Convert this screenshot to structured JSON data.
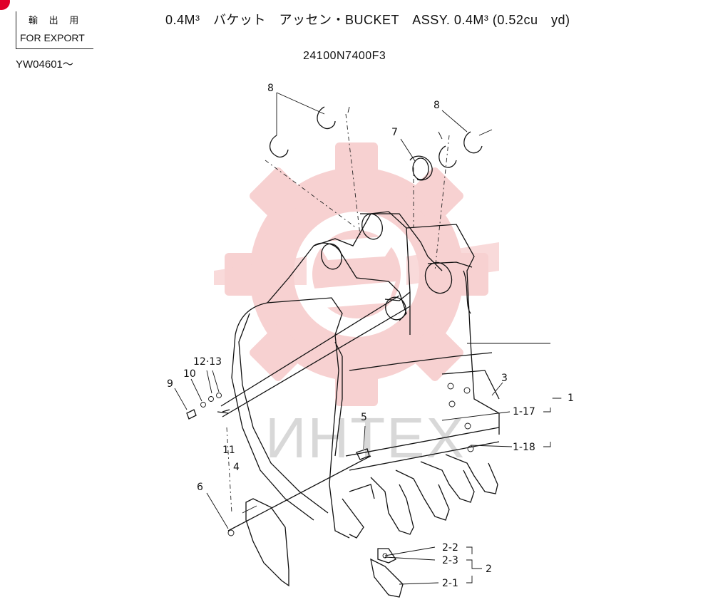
{
  "header": {
    "export_kana": "輸 出 用",
    "export_label": "FOR EXPORT",
    "serial_range": "YW04601～",
    "title": "0.4M³　バケット　アッセン・BUCKET　ASSY. 0.4M³ (0.52cu　yd)",
    "part_number": "24100N7400F3"
  },
  "watermark": {
    "text": "ИНТЕХ",
    "color": "#f6c9c9"
  },
  "accent_color": "#e0002a",
  "callouts": {
    "c1": "1",
    "c1_17": "1-17",
    "c1_18": "1-18",
    "c2": "2",
    "c2_1": "2-1",
    "c2_2": "2-2",
    "c2_3": "2-3",
    "c3": "3",
    "c4": "4",
    "c5": "5",
    "c6": "6",
    "c7": "7",
    "c8a": "8",
    "c8b": "8",
    "c9": "9",
    "c10": "10",
    "c11": "11",
    "c12_13": "12·13"
  }
}
